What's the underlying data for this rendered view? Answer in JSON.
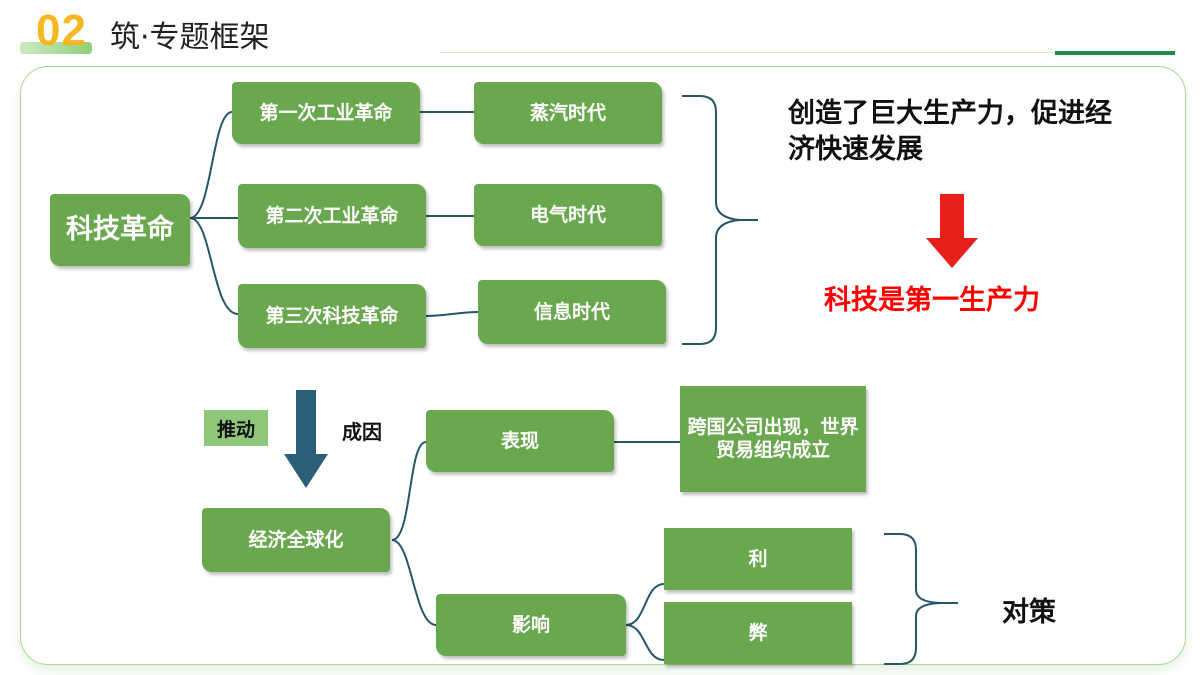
{
  "header": {
    "number": "02",
    "title": "筑·专题框架"
  },
  "diagram": {
    "root": "科技革命",
    "revolutions": [
      {
        "name": "第一次工业革命",
        "era": "蒸汽时代"
      },
      {
        "name": "第二次工业革命",
        "era": "电气时代"
      },
      {
        "name": "第三次科技革命",
        "era": "信息时代"
      }
    ],
    "result_text": "创造了巨大生产力，促进经济快速发展",
    "conclusion": "科技是第一生产力",
    "push_label": "推动",
    "cause_label": "成因",
    "globalization": "经济全球化",
    "manifestation": "表现",
    "manifestation_detail": "跨国公司出现，世界贸易组织成立",
    "impact": "影响",
    "pros": "利",
    "cons": "弊",
    "countermeasures": "对策"
  },
  "colors": {
    "box_green": "#6aa84f",
    "arrow_red": "#e8201a",
    "arrow_blue": "#2b5f79",
    "accent_yellow": "#f5b820",
    "conclusion_red": "#ff0000"
  }
}
